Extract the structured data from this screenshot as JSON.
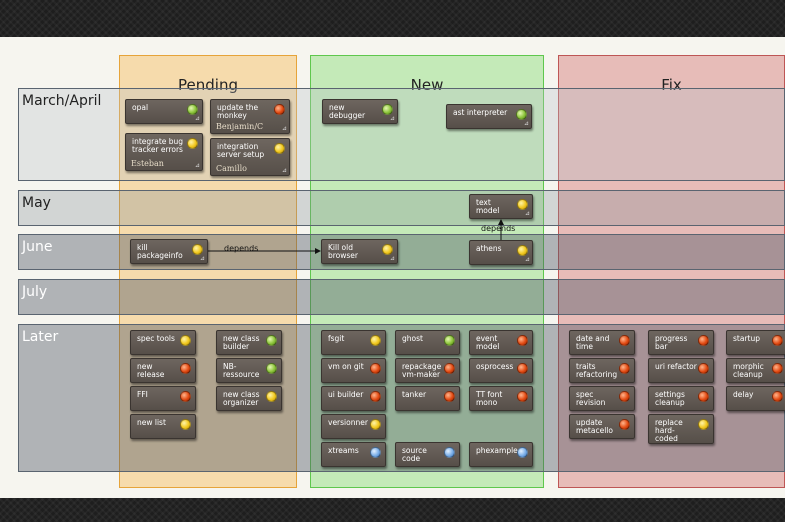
{
  "columns": [
    {
      "name": "Pending",
      "color": "#f5a623"
    },
    {
      "name": "New",
      "color": "#5fd34a"
    },
    {
      "name": "Fix",
      "color": "#c84a4a"
    }
  ],
  "rows": [
    {
      "label": "March/April",
      "tint": "#b4bcc6"
    },
    {
      "label": "May",
      "tint": "#7f8a96"
    },
    {
      "label": "June",
      "tint": "#4e5966"
    },
    {
      "label": "July",
      "tint": "#4e5966"
    },
    {
      "label": "Later",
      "tint": "#4e5966"
    }
  ],
  "connectors": [
    {
      "label": "depends"
    },
    {
      "label": "depends"
    }
  ],
  "cards": {
    "opal": {
      "title": "opal",
      "status": "green"
    },
    "update_monkey": {
      "title": "update the monkey",
      "owner": "Benjamin/C",
      "status": "red"
    },
    "integrate_bug": {
      "title": "integrate bug tracker errors",
      "owner": "Esteban",
      "status": "yellow"
    },
    "integration_server": {
      "title": "integration server setup",
      "owner": "Camillo",
      "status": "yellow"
    },
    "new_debugger": {
      "title": "new debugger",
      "status": "green"
    },
    "ast_interpreter": {
      "title": "ast interpreter",
      "status": "green"
    },
    "text_model": {
      "title": "text model",
      "status": "yellow"
    },
    "kill_packageinfo": {
      "title": "kill packageinfo",
      "status": "yellow"
    },
    "kill_old_browser": {
      "title": "Kill old browser",
      "status": "yellow"
    },
    "athens": {
      "title": "athens",
      "status": "yellow"
    },
    "spec_tools": {
      "title": "spec tools",
      "status": "yellow"
    },
    "new_release": {
      "title": "new release",
      "status": "red"
    },
    "ffi": {
      "title": "FFI",
      "status": "red"
    },
    "new_list": {
      "title": "new list",
      "status": "yellow"
    },
    "new_class_builder": {
      "title": "new class builder",
      "status": "green"
    },
    "nb_ressource": {
      "title": "NB-ressource",
      "status": "green"
    },
    "new_class_organizer": {
      "title": "new class organizer",
      "status": "yellow"
    },
    "fsgit": {
      "title": "fsgit",
      "status": "yellow"
    },
    "vm_on_git": {
      "title": "vm on git",
      "status": "red"
    },
    "ui_builder": {
      "title": "ui builder",
      "status": "red"
    },
    "versionner": {
      "title": "versionner",
      "status": "yellow"
    },
    "xtreams": {
      "title": "xtreams",
      "status": "blue"
    },
    "ghost": {
      "title": "ghost",
      "status": "green"
    },
    "repackage": {
      "title": "repackage vm-maker",
      "status": "red"
    },
    "tanker": {
      "title": "tanker",
      "status": "red"
    },
    "source_code": {
      "title": "source code",
      "status": "blue"
    },
    "event_model": {
      "title": "event model",
      "status": "red"
    },
    "osprocess": {
      "title": "osprocess",
      "status": "red"
    },
    "tt_font": {
      "title": "TT font mono",
      "status": "red"
    },
    "phexample": {
      "title": "phexample",
      "status": "blue"
    },
    "date_time": {
      "title": "date and time",
      "status": "red"
    },
    "traits": {
      "title": "traits refactoring",
      "status": "red"
    },
    "spec_revision": {
      "title": "spec revision",
      "status": "red"
    },
    "update_metacello": {
      "title": "update metacello",
      "status": "red"
    },
    "progress_bar": {
      "title": "progress bar",
      "status": "red"
    },
    "uri_refactor": {
      "title": "uri refactor",
      "status": "red"
    },
    "settings_cleanup": {
      "title": "settings cleanup",
      "status": "red"
    },
    "replace_hard_coded": {
      "title": "replace hard-coded",
      "status": "yellow"
    },
    "startup": {
      "title": "startup",
      "status": "red"
    },
    "morphic_cleanup": {
      "title": "morphic cleanup",
      "status": "red"
    },
    "delay": {
      "title": "delay",
      "status": "red"
    }
  }
}
